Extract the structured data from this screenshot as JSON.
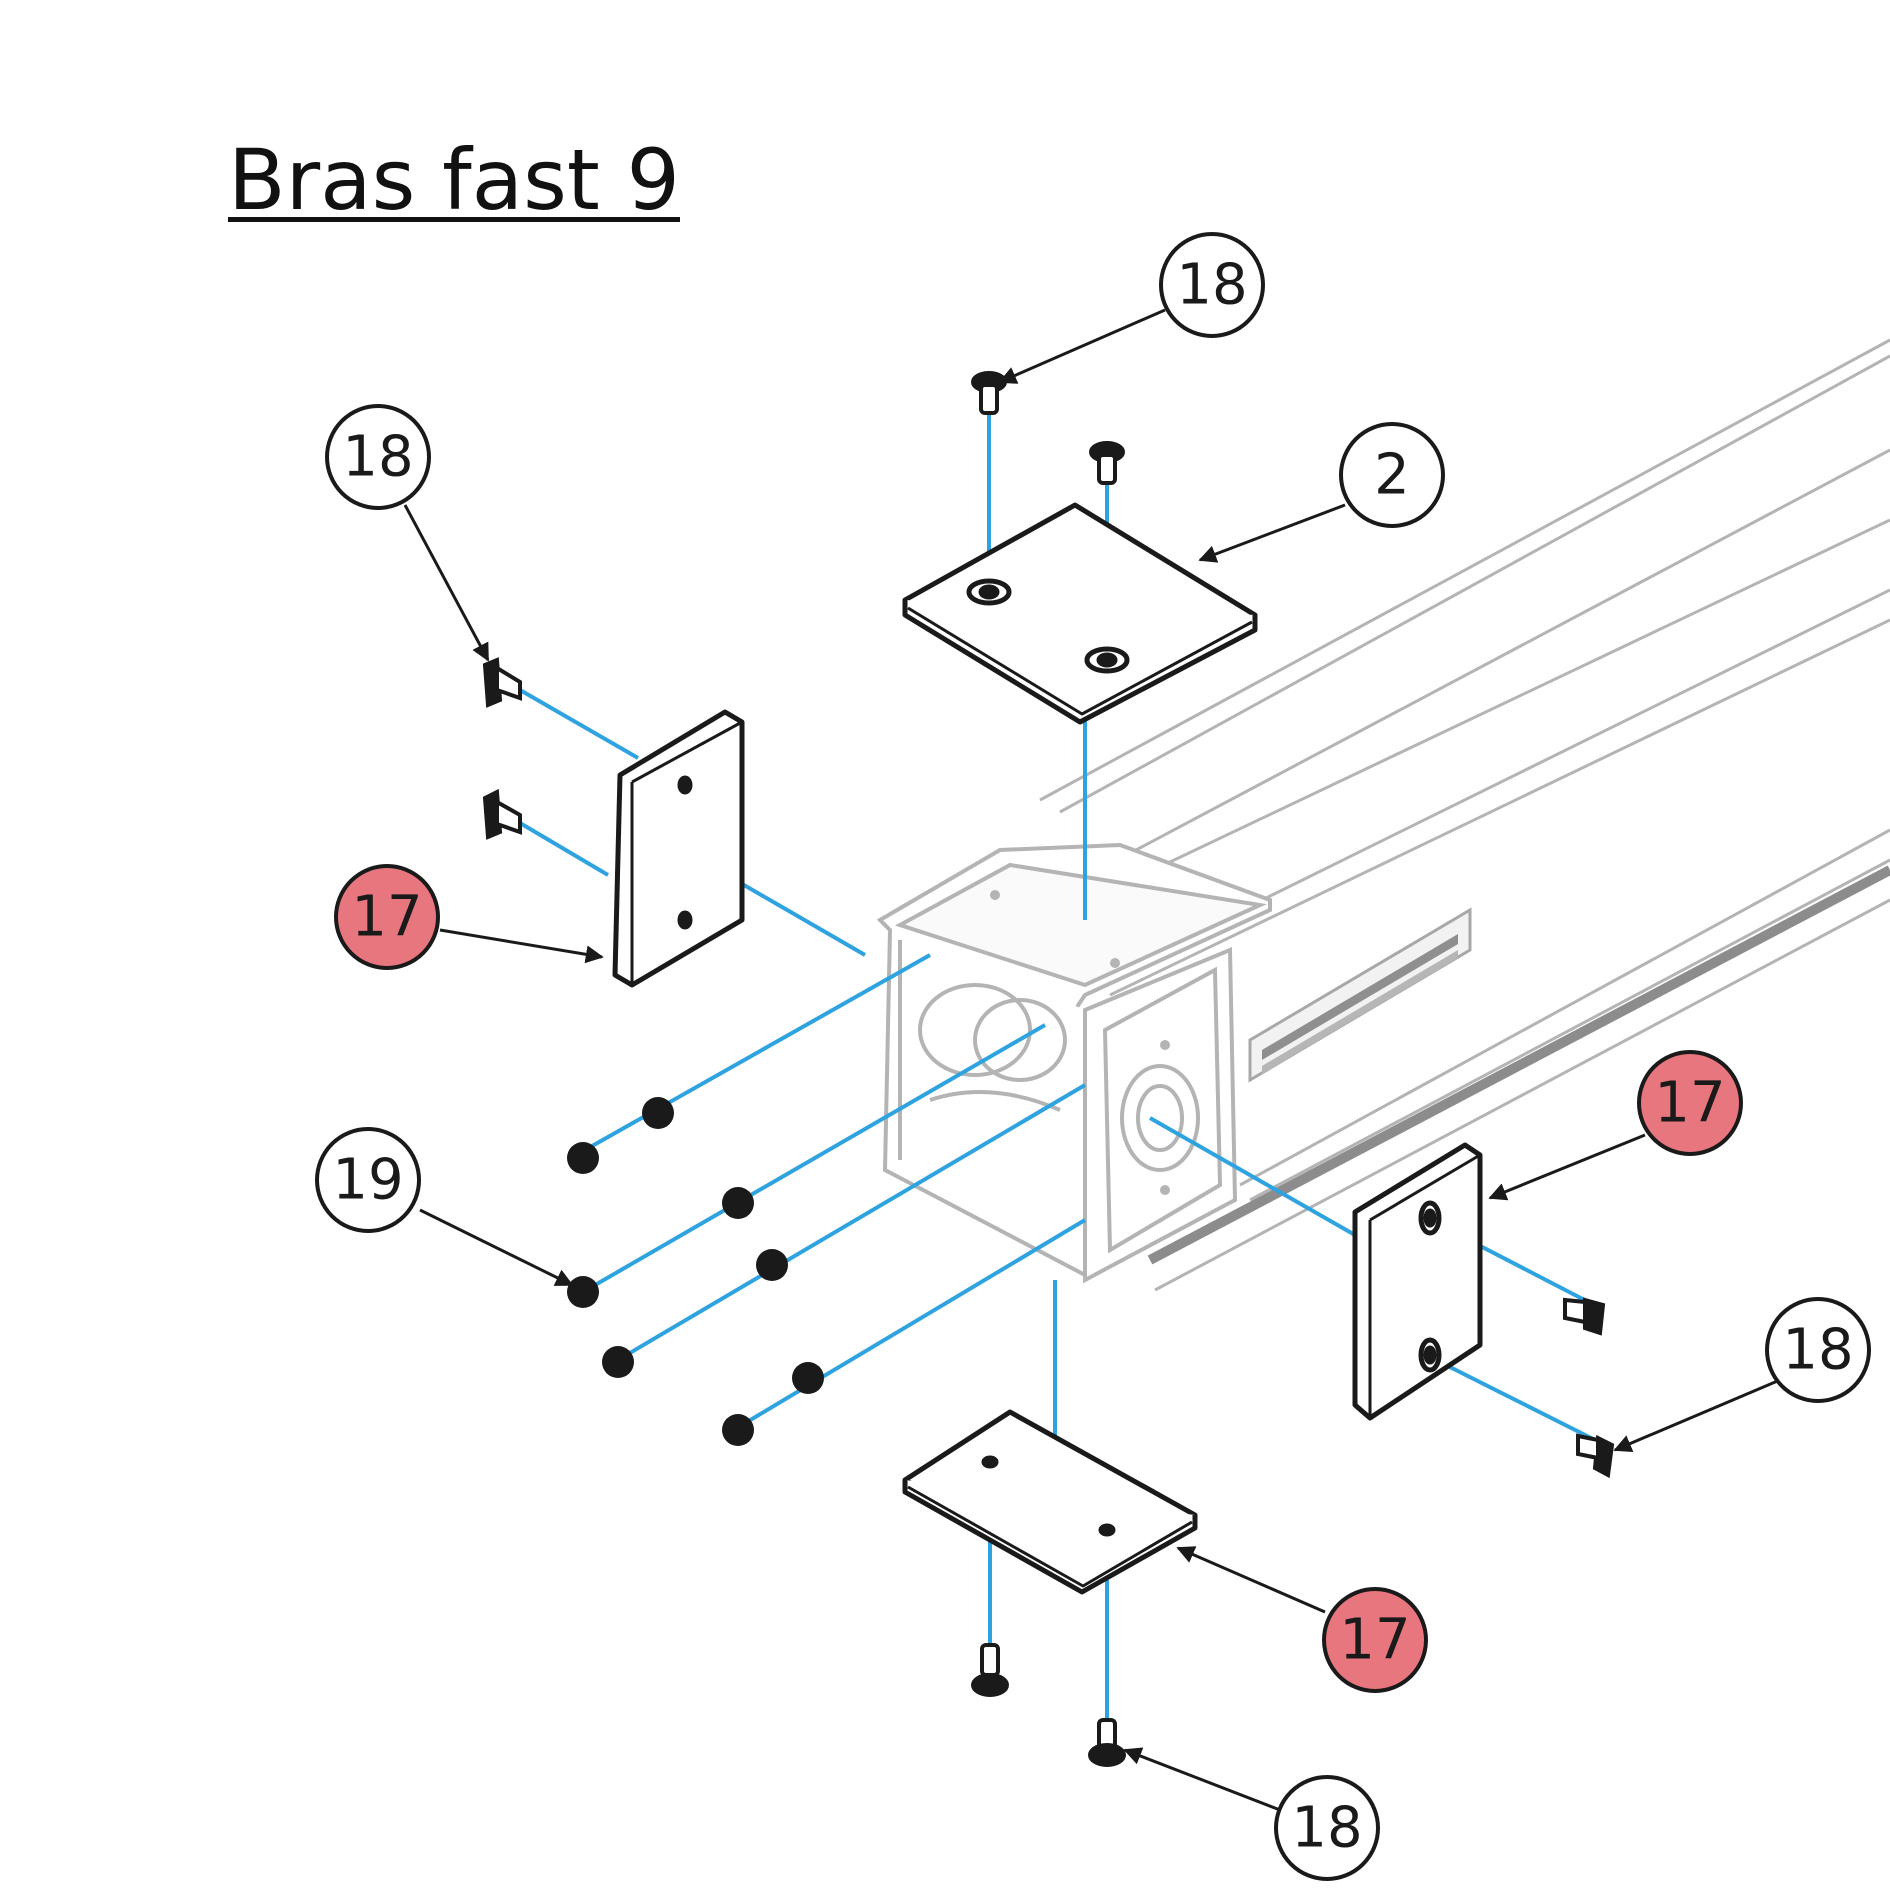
{
  "title": "Bras fast 9",
  "colors": {
    "leader_blue": "#2ea3e0",
    "highlight_red": "#e8767f",
    "line_black": "#1a1a1a",
    "body_gray": "#b4b4b4"
  },
  "callouts": [
    {
      "id": "top-screw",
      "label": "18",
      "highlighted": false
    },
    {
      "id": "top-plate",
      "label": "2",
      "highlighted": false
    },
    {
      "id": "left-screw",
      "label": "18",
      "highlighted": false
    },
    {
      "id": "left-plate",
      "label": "17",
      "highlighted": true
    },
    {
      "id": "nuts",
      "label": "19",
      "highlighted": false
    },
    {
      "id": "right-plate",
      "label": "17",
      "highlighted": true
    },
    {
      "id": "right-screw",
      "label": "18",
      "highlighted": false
    },
    {
      "id": "bottom-plate",
      "label": "17",
      "highlighted": true
    },
    {
      "id": "bottom-screw",
      "label": "18",
      "highlighted": false
    }
  ]
}
